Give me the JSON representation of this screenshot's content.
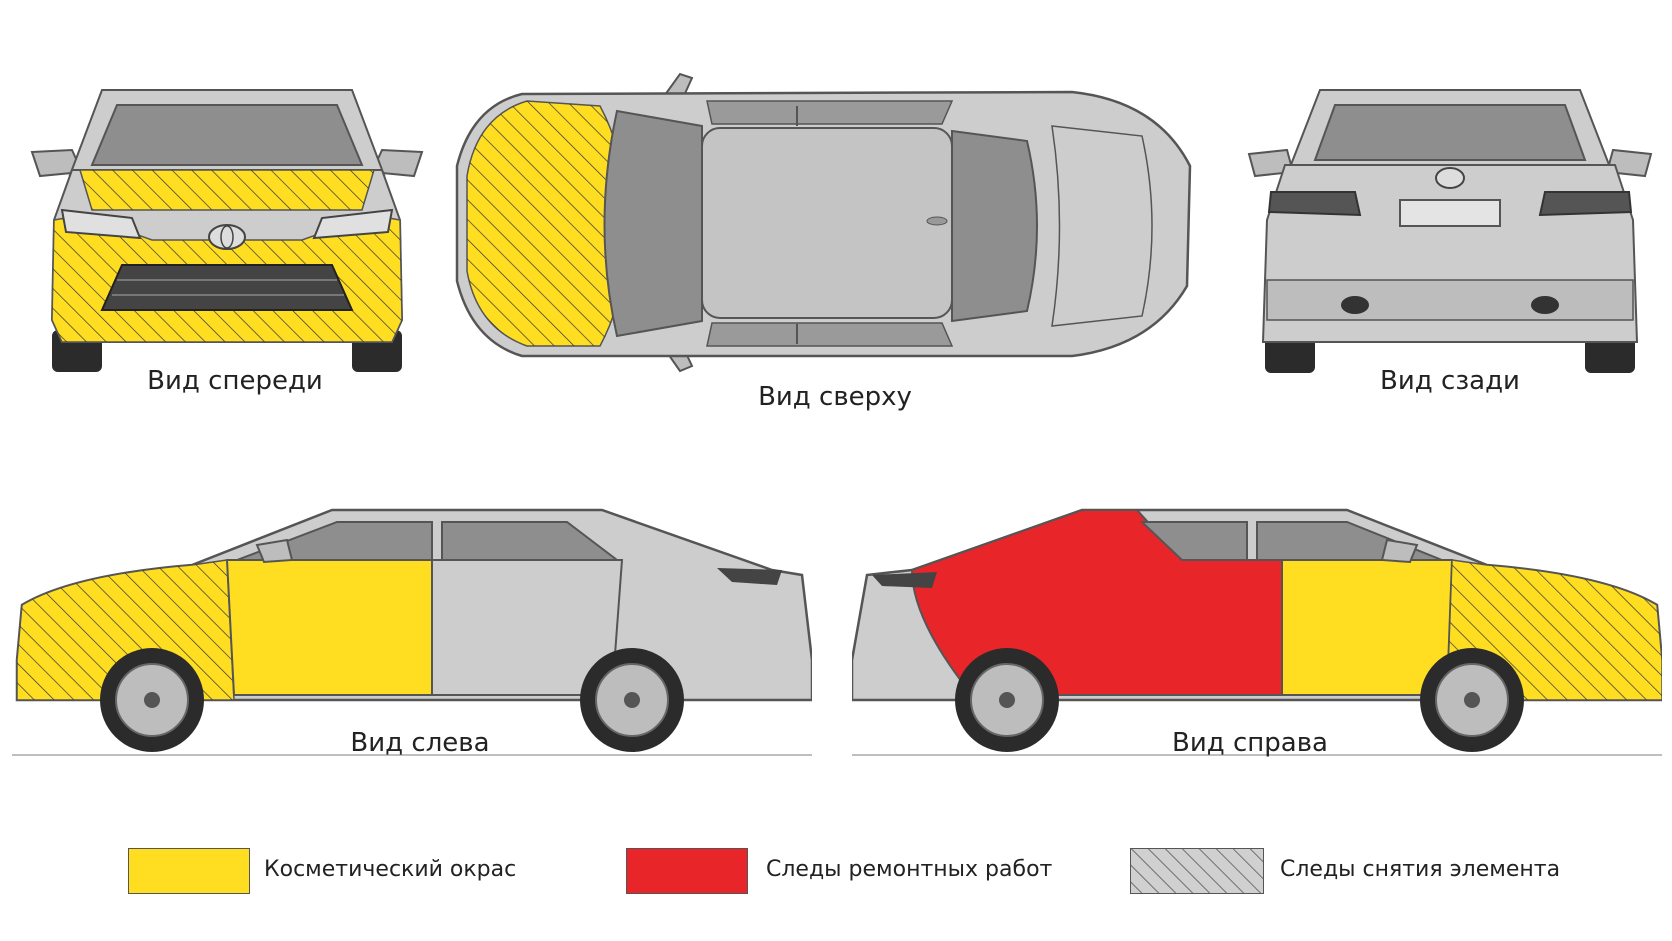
{
  "colors": {
    "cosmetic": "#FFDE21",
    "repair": "#E8262A",
    "body": "#CDCDCD",
    "glass": "#8E8E8E",
    "tire": "#2B2B2B",
    "outline": "#555555"
  },
  "views": {
    "front": {
      "label": "Вид спереди"
    },
    "top": {
      "label": "Вид сверху"
    },
    "rear": {
      "label": "Вид сзади"
    },
    "left": {
      "label": "Вид слева"
    },
    "right": {
      "label": "Вид справа"
    }
  },
  "legend": [
    {
      "type": "cosmetic",
      "label": "Косметический окрас",
      "icon": "solid-yellow-swatch"
    },
    {
      "type": "repair",
      "label": "Следы ремонтных работ",
      "icon": "solid-red-swatch"
    },
    {
      "type": "removal",
      "label": "Следы снятия элемента",
      "icon": "hatched-swatch"
    }
  ]
}
